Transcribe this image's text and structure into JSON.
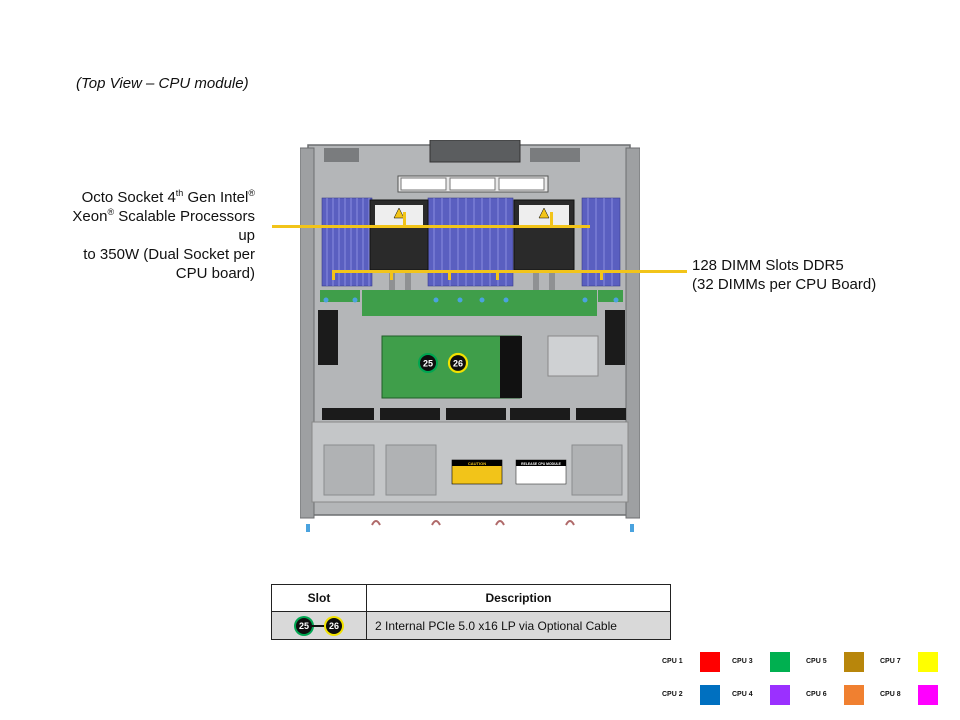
{
  "caption": "(Top View – CPU module)",
  "callouts": {
    "cpu_line1_pre": "Octo Socket 4",
    "cpu_line1_sup": "th",
    "cpu_line1_post": " Gen Intel",
    "reg1": "®",
    "cpu_line2_pre": "Xeon",
    "reg2": "®",
    "cpu_line2_post": " Scalable Processors up",
    "cpu_line3": "to 350W (Dual Socket per",
    "cpu_line4": "CPU board)",
    "dimm_line1": "128 DIMM Slots DDR5",
    "dimm_line2": "(32 DIMMs per CPU Board)"
  },
  "board": {
    "slot_a": "25",
    "slot_b": "26",
    "label_caution": "CAUTION",
    "label_release": "RELEASE CPU MODULE"
  },
  "table": {
    "headers": [
      "Slot",
      "Description"
    ],
    "rows": [
      {
        "slot_a": "25",
        "slot_b": "26",
        "description": "2 Internal PCIe 5.0 x16 LP via Optional Cable"
      }
    ]
  },
  "legend": [
    {
      "label": "CPU 1",
      "color": "#ff0000"
    },
    {
      "label": "CPU 3",
      "color": "#00b050"
    },
    {
      "label": "CPU 5",
      "color": "#b8860b"
    },
    {
      "label": "CPU 7",
      "color": "#ffff00"
    },
    {
      "label": "CPU 2",
      "color": "#0070c0"
    },
    {
      "label": "CPU 4",
      "color": "#9b30ff"
    },
    {
      "label": "CPU 6",
      "color": "#f08030"
    },
    {
      "label": "CPU 8",
      "color": "#ff00ff"
    }
  ],
  "colors": {
    "leader": "#f2c419",
    "ring_green": "#00a651",
    "ring_yellow": "#f2e200",
    "pcb_green": "#3f9e4a",
    "dimm_blue": "#5a5fc0",
    "chassis_gray": "#b4b6b8"
  }
}
